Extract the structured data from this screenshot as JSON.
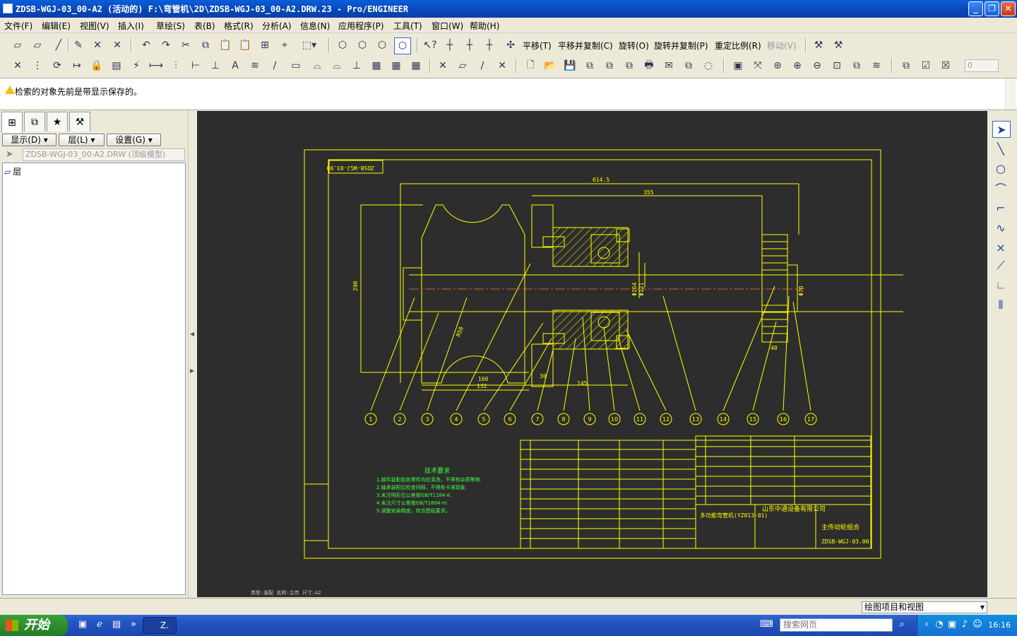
{
  "window": {
    "title": "ZDSB-WGJ-03_00-A2 (活动的) F:\\弯管机\\2D\\ZDSB-WGJ-03_00-A2.DRW.23 - Pro/ENGINEER",
    "minimize": "_",
    "maximize": "❐",
    "close": "✕"
  },
  "menu": [
    "文件(F)",
    "编辑(E)",
    "视图(V)",
    "插入(I)",
    "草绘(S)",
    "表(B)",
    "格式(R)",
    "分析(A)",
    "信息(N)",
    "应用程序(P)",
    "工具(T)",
    "窗口(W)",
    "帮助(H)"
  ],
  "toolbar": {
    "move": "平移(T)",
    "move_copy": "平移并复制(C)",
    "rotate": "旋转(O)",
    "rotate_copy": "旋转并复制(P)",
    "rescale": "重定比例(R)",
    "move_disabled": "移动(V)",
    "zoom_value": "0"
  },
  "message": "检索的对象先前是带显示保存的。",
  "model_tree": {
    "show_btn": "显示(D)",
    "layer_btn": "层(L)",
    "settings_btn": "设置(G)",
    "model_select": "ZDSB-WGJ-03_00-A2.DRW (顶级模型)",
    "tree_item": "层"
  },
  "drawing": {
    "stamp": "ZDSB-WGJ-03.00",
    "dim_top1": "614.5",
    "dim_top2": "355",
    "dim_left": "290",
    "dim_d164": "Φ164",
    "dim_d121": "Φ121",
    "dim_d70": "Φ70",
    "dim_160": "160",
    "dim_132": "132",
    "dim_145": "145",
    "dim_30": "30",
    "dim_40": "40",
    "dim_r": "R58",
    "balloons": [
      "1",
      "2",
      "3",
      "4",
      "5",
      "6",
      "7",
      "8",
      "9",
      "10",
      "11",
      "12",
      "13",
      "14",
      "15",
      "16",
      "17"
    ],
    "tech_title": "技术要求",
    "tech_notes": [
      "1.部件装配前各零件均应清洗，不得有杂质等物.",
      "2.轴承装配后检查间隙，不得有卡滞现象.",
      "3.未注明形位公差按GB/T1184-K.",
      "4.未注尺寸公差按GB/T1804-m.",
      "5.调整安装精度，符合图纸要求。"
    ],
    "company": "山东中通设备有限公司",
    "project": "多功能弯管机(YZ013-01)",
    "part_name": "主传动轮组合",
    "drawing_no": "ZDSB-WGJ-03.00",
    "footer_info": "类型:装配   名称:主传   尺寸:A2"
  },
  "status": {
    "filter": "绘图项目和视图"
  },
  "taskbar": {
    "start": "开始",
    "task": "Z.",
    "search_placeholder": "搜索网页",
    "clock": "16:16"
  }
}
